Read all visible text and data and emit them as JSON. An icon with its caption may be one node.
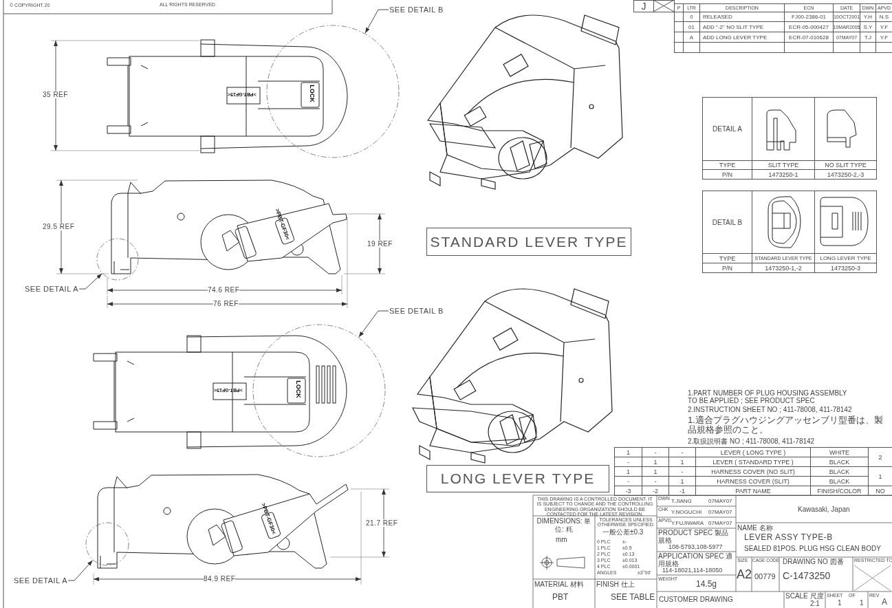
{
  "diagram": {
    "nodes": [
      {
        "text": [
          "SEE DETAIL B"
        ]
      },
      {
        "text": [],
        "shape": "circle"
      },
      {
        "text": [
          "SEE DETAIL A"
        ]
      },
      {
        "text": [],
        "shape": "circle"
      },
      {
        "text": [
          "STANDARD LEVER TYPE"
        ]
      },
      {
        "text": [
          "SEE DETAIL B"
        ]
      },
      {
        "text": [],
        "shape": "circle"
      },
      {
        "text": [
          "SEE DETAIL A"
        ]
      },
      {
        "text": [],
        "shape": "circle"
      },
      {
        "text": [
          "LONG LEVER TYPE"
        ]
      }
    ],
    "edges": [
      {
        "from": 0,
        "to": 1,
        "arrow": "to"
      },
      {
        "from": 2,
        "to": 3,
        "arrow": "to"
      },
      {
        "from": 5,
        "to": 6,
        "arrow": "to"
      },
      {
        "from": 7,
        "to": 8,
        "arrow": "to"
      }
    ],
    "labels": [
      "© COPYRIGHT 20",
      "ALL RIGHTS RESERVED.",
      "J",
      "P",
      "LTR",
      "DESCRIPTION",
      "ECN",
      "DATE",
      "DWN",
      "APVD",
      "0",
      "RELEASED",
      "FJ00-2386-01",
      "10OCT2001",
      "Y.H",
      "N.S",
      "01",
      "ADD \"-2\" NO SLIT TYPE",
      "ECR-05-000427",
      "10MAR2005",
      "S.Y",
      "Y.F",
      "A",
      "ADD LONG LEVER TYPE",
      "ECR-07-010628",
      "07MAY07",
      "T.J",
      "Y.F",
      "35 REF",
      "LOCK",
      ">PBT-GF15<",
      "29.5 REF",
      ">PBT-GF30<",
      "19 REF",
      "74.6 REF",
      "76 REF",
      "DETAIL A",
      "TYPE",
      "SLIT TYPE",
      "NO SLIT TYPE",
      "P/N",
      "1473250-1",
      "1473250-2,-3",
      "DETAIL B",
      "TYPE",
      "STANDARD LEVER TYPE",
      "LONG LEVER TYPE",
      "P/N",
      "1473250-1,-2",
      "1473250-3",
      "LOCK",
      ">PBT-GF15<",
      ">PBT-GF30<",
      "21.7 REF",
      "84.9 REF",
      "1.PART NUMBER OF PLUG HOUSING ASSEMBLY TO BE APPLIED ; SEE PRODUCT SPEC",
      "2.INSTRUCTION SHEET NO ; 411-78008, 411-78142",
      "1.適合プラグハウジングアッセンブリ型番は、製品規格参照のこと。",
      "2.取扱説明書 NO ; 411-78008, 411-78142",
      "1",
      "-",
      "-",
      "LEVER ( LONG TYPE )",
      "WHITE",
      "2",
      "-",
      "1",
      "1",
      "LEVER ( STANDARD TYPE )",
      "BLACK",
      "1",
      "1",
      "-",
      "HARNESS COVER (NO SLIT)",
      "BLACK",
      "1",
      "-",
      "-",
      "1",
      "HARNESS COVER (SLIT)",
      "BLACK",
      "-3",
      "-2",
      "-1",
      "PART NAME",
      "FINISH/COLOR",
      "NO",
      "THIS DRAWING IS A CONTROLLED DOCUMENT. IT IS SUBJECT TO CHANGE AND THE CONTROLLING ENGINEERING ORGANIZATION SHOULD BE CONTACTED FOR THE LATEST REVISION.",
      "DWN",
      "T.JIANG",
      "07MAY07",
      "CHK",
      "Y.NOGUCHI",
      "07MAY07",
      "APVD",
      "Y.FUJIWARA",
      "07MAY07",
      "Kawasaki, Japan",
      "DIMENSIONS: 単位: 粍",
      "mm",
      "TOLERANCES UNLESS OTHERWISE SPECIFIED:",
      "一般公差±0.3",
      "0 PLC",
      "±-",
      "1 PLC",
      "±0.5",
      "2 PLC",
      "±0.13",
      "3 PLC",
      "±0.013",
      "4 PLC",
      "±0.0001",
      "ANGLES",
      "±3°00'",
      "PRODUCT SPEC 製品規格",
      "108-5793,108-5977",
      "APPLICATION SPEC 適用規格",
      "114-18021,114-18050",
      "NAME 名称",
      "LEVER ASSY TYPE-B",
      "SEALED 81POS. PLUG HSG CLEAN BODY",
      "MATERIAL 材料",
      "PBT",
      "FINISH 仕上",
      "SEE TABLE",
      "WEIGHT",
      "14.5g",
      "SIZE",
      "A2",
      "CAGE CODE",
      "00779",
      "DRAWING NO 図番",
      "C-1473250",
      "RESTRICTED TO",
      "CUSTOMER DRAWING",
      "SCALE 尺度",
      "2:1",
      "SHEET",
      "1",
      "OF",
      "1",
      "REV",
      "A"
    ]
  }
}
